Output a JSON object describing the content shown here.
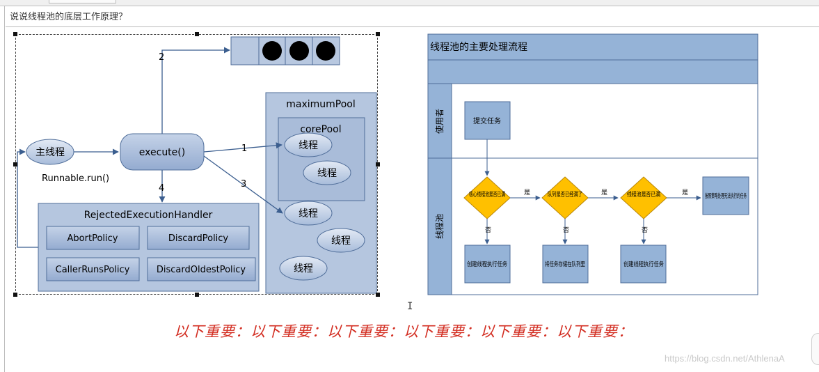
{
  "question": "说说线程池的底层工作原理？",
  "left_diagram": {
    "queue_label": "2",
    "main_thread": "主线程",
    "runnable": "Runnable.run()",
    "execute": "execute()",
    "step1": "1",
    "step3": "3",
    "step4": "4",
    "maximum_pool": "maximumPool",
    "core_pool": "corePool",
    "thread": "线程",
    "handler_title": "RejectedExecutionHandler",
    "policies": [
      "AbortPolicy",
      "DiscardPolicy",
      "CallerRunsPolicy",
      "DiscardOldestPolicy"
    ]
  },
  "right_diagram": {
    "title": "线程池的主要处理流程",
    "lane_user": "使用者",
    "lane_pool": "线程池",
    "submit": "提交任务",
    "decision1": "核心线程池是否已满",
    "decision2": "队列是否已经满了",
    "decision3": "线程池是否已满",
    "final_action": "按照策略处理无法执行的任务",
    "yes": "是",
    "no": "否",
    "action1": "创建线程执行任务",
    "action2": "将任务存储在队列里",
    "action3": "创建线程执行任务"
  },
  "important_text": "以下重要：以下重要：以下重要：以下重要：以下重要：以下重要：",
  "watermark": "https://blog.csdn.net/AthlenaA",
  "colors": {
    "box_fill": "#a9bcd9",
    "box_stroke": "#4f6d99",
    "arrow": "#3b5e8f",
    "diamond": "#ffc000",
    "lane": "#95b3d7",
    "red": "#d32e22"
  }
}
